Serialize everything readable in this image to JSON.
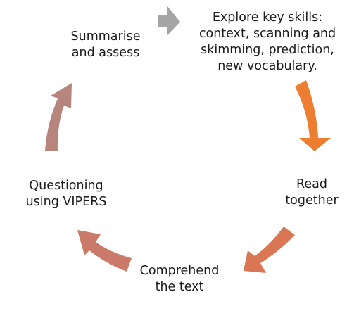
{
  "diagram": {
    "steps": [
      {
        "id": "explore",
        "lines": [
          "Explore key skills:",
          "context, scanning and",
          "skimming, prediction,",
          "new vocabulary."
        ]
      },
      {
        "id": "read",
        "lines": [
          "Read",
          "together"
        ]
      },
      {
        "id": "comprehend",
        "lines": [
          "Comprehend",
          "the text"
        ]
      },
      {
        "id": "questioning",
        "lines": [
          "Questioning",
          "using VIPERS"
        ]
      },
      {
        "id": "summarise",
        "lines": [
          "Summarise",
          "and assess"
        ]
      }
    ],
    "arrow_colors": {
      "summarise_to_explore": "#a5a5a5",
      "explore_to_read": "#ed7d31",
      "read_to_comprehend": "#d97653",
      "comprehend_to_questioning": "#c97a68",
      "questioning_to_summarise": "#b8857d"
    }
  }
}
